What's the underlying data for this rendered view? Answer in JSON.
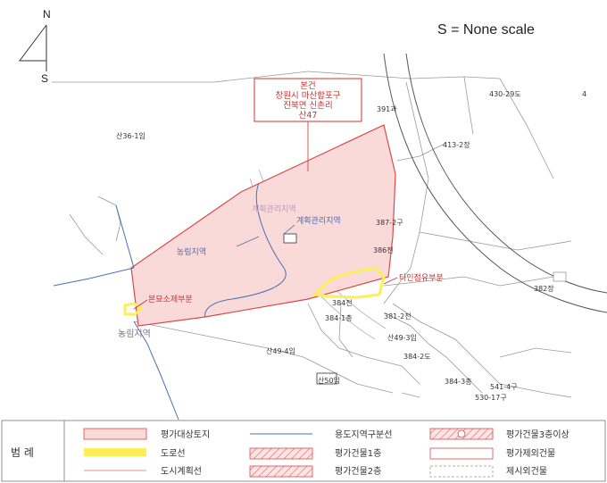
{
  "scale_note": "S  = None scale",
  "north": {
    "n": "N",
    "s": "S"
  },
  "callout": {
    "line1": "본건",
    "line2": "창원시 마산합포구",
    "line3": "진북면 신촌리",
    "line4": "산47"
  },
  "zone_labels": {
    "management_zone": "계획관리지역",
    "management_zone_faded": "계획관리지역",
    "farmland_zone": "농림지역",
    "farmland_zone_bottom": "농림지역"
  },
  "annotations": {
    "grave_part": "본묘소제부분",
    "other_part": "타인점유부분"
  },
  "lot_labels": [
    "산36-1임",
    "391과",
    "430-29도",
    "4",
    "413-2장",
    "387-2구",
    "386전",
    "382장",
    "384전",
    "384-1총",
    "381-2전",
    "산49-3임",
    "산49-4임",
    "384-2도",
    "산50임",
    "384-3총",
    "541-4구",
    "530-17구"
  ],
  "legend": {
    "title": "범  례",
    "items": [
      "평가대상토지",
      "용도지역구분선",
      "평가건물3층이상",
      "도로선",
      "평가건물1층",
      "평가제외건물",
      "도시계획선",
      "평가건물2층",
      "제시외건물"
    ]
  },
  "colors": {
    "subject_fill": "#fad9d9",
    "subject_stroke": "#d94a4a",
    "road_line": "#ffee55",
    "zone_line": "#4a6fb5",
    "callout_red": "#d03030"
  }
}
